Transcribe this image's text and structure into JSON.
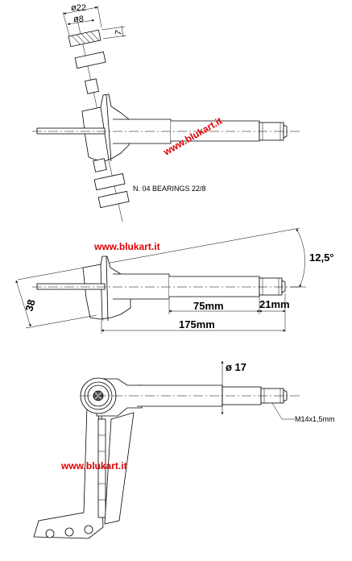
{
  "top_view": {
    "dim_outer_diameter": "ø22",
    "dim_inner_diameter": "ø8",
    "dim_thickness": "7",
    "bearings_note": "N. 04 BEARINGS 22/8",
    "watermark": "www.blukart.it"
  },
  "middle_view": {
    "watermark": "www.blukart.it",
    "angle": "12,5°",
    "height": "38",
    "dim_75": "75mm",
    "dim_21": "21mm",
    "dim_175": "175mm"
  },
  "bottom_view": {
    "shaft_diameter": "ø 17",
    "thread": "M14x1,5mm",
    "watermark": "www.blukart.it"
  },
  "colors": {
    "watermark": "#e00000",
    "line": "#000000",
    "part_fill": "#d8d8d8"
  }
}
